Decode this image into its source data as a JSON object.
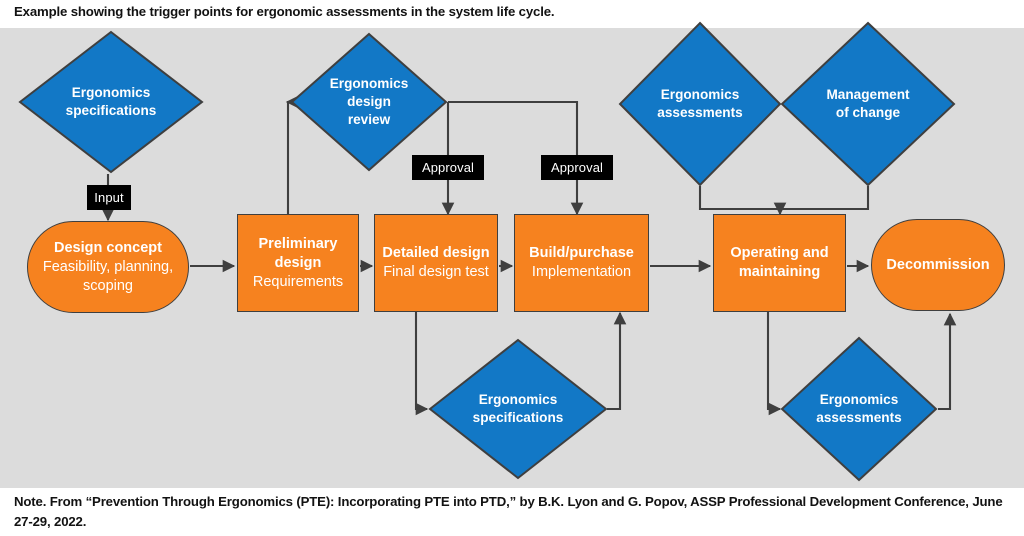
{
  "figure": {
    "title": "Example showing the trigger points for ergonomic assessments in the system life cycle.",
    "note": "Note. From “Prevention Through Ergonomics (PTE): Incorporating PTE into PTD,” by B.K. Lyon and G. Popov, ASSP Professional Development Conference, June 27-29, 2022."
  },
  "colors": {
    "canvas": "#dcdcdc",
    "process_fill": "#f6821f",
    "decision_fill": "#1278c6",
    "tag_fill": "#000000",
    "connector": "#3f3f3f",
    "node_text": "#ffffff",
    "caption_text": "#121212"
  },
  "nodes": {
    "ergonomics_specifications_top": {
      "shape": "diamond",
      "label_line1": "Ergonomics",
      "label_line2": "specifications"
    },
    "ergonomics_design_review": {
      "shape": "diamond",
      "label_line1": "Ergonomics",
      "label_line2": "design",
      "label_line3": "review"
    },
    "ergonomics_assessments_top": {
      "shape": "diamond",
      "label_line1": "Ergonomics",
      "label_line2": "assessments"
    },
    "management_of_change": {
      "shape": "diamond",
      "label_line1": "Management",
      "label_line2": "of change"
    },
    "ergonomics_specifications_bottom": {
      "shape": "diamond",
      "label_line1": "Ergonomics",
      "label_line2": "specifications"
    },
    "ergonomics_assessments_bottom": {
      "shape": "diamond",
      "label_line1": "Ergonomics",
      "label_line2": "assessments"
    },
    "design_concept": {
      "shape": "stadium",
      "label_line1": "Design concept",
      "label_line2": "Feasibility, planning,",
      "label_line3": "scoping"
    },
    "preliminary_design": {
      "shape": "rectangle",
      "label_line1": "Preliminary",
      "label_line2": "design",
      "label_line3": "Requirements"
    },
    "detailed_design": {
      "shape": "rectangle",
      "label_line1": "Detailed design",
      "label_line2": "Final design test"
    },
    "build_purchase": {
      "shape": "rectangle",
      "label_line1": "Build/purchase",
      "label_line2": "Implementation"
    },
    "operating_maintaining": {
      "shape": "rectangle",
      "label_line1": "Operating and",
      "label_line2": "maintaining"
    },
    "decommission": {
      "shape": "stadium",
      "label_line1": "Decommission"
    }
  },
  "edge_tags": {
    "input": "Input",
    "approval_1": "Approval",
    "approval_2": "Approval"
  }
}
